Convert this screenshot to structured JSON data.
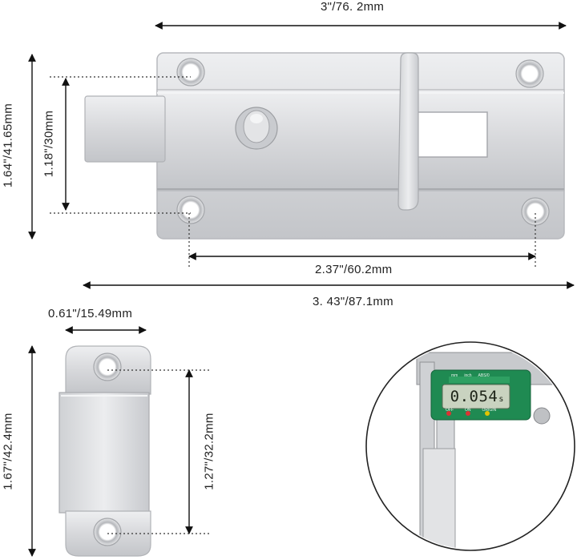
{
  "dimensions": {
    "bolt_length": "3\"/76. 2mm",
    "plate_height": "1.64\"/41.65mm",
    "hole_spacing_vertical": "1.18\"/30mm",
    "hole_spacing_horizontal": "2.37\"/60.2mm",
    "total_length": "3. 43\"/87.1mm",
    "strike_width": "0.61\"/15.49mm",
    "strike_height": "1.67\"/42.4mm",
    "strike_hole_spacing": "1.27\"/32.2mm"
  },
  "caliper": {
    "display_value": "0.054",
    "display_unit": "s",
    "unit_labels": [
      "mm",
      "inch",
      "ABS/0"
    ],
    "button_labels": [
      "OFF",
      "ON",
      "ORIGIN"
    ]
  },
  "colors": {
    "steel": "#d9dadc",
    "steel_dark": "#a9abaf",
    "caliper_green": "#1f8a52",
    "lcd": "#c9d3c0"
  }
}
